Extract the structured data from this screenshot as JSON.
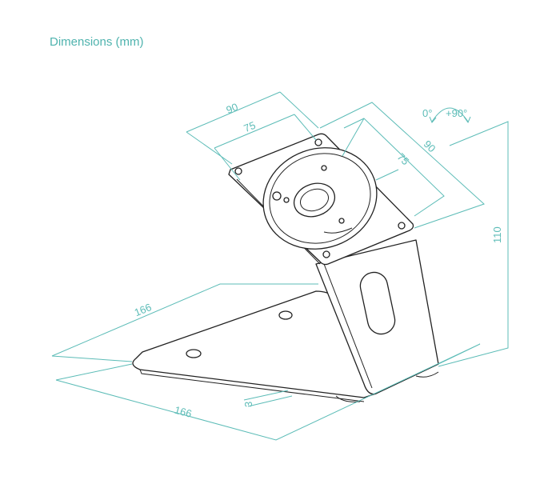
{
  "title": "Dimensions (mm)",
  "dimensions": {
    "plate_width_outer": "90",
    "plate_width_holes": "75",
    "plate_height_outer": "90",
    "plate_height_holes": "75",
    "total_height": "110",
    "base_depth": "166",
    "base_width": "166",
    "base_thickness": "3"
  },
  "rotation": {
    "start": "0°",
    "end": "+90°"
  },
  "colors": {
    "dimension": "#5cbcb7",
    "outline": "#222222"
  }
}
